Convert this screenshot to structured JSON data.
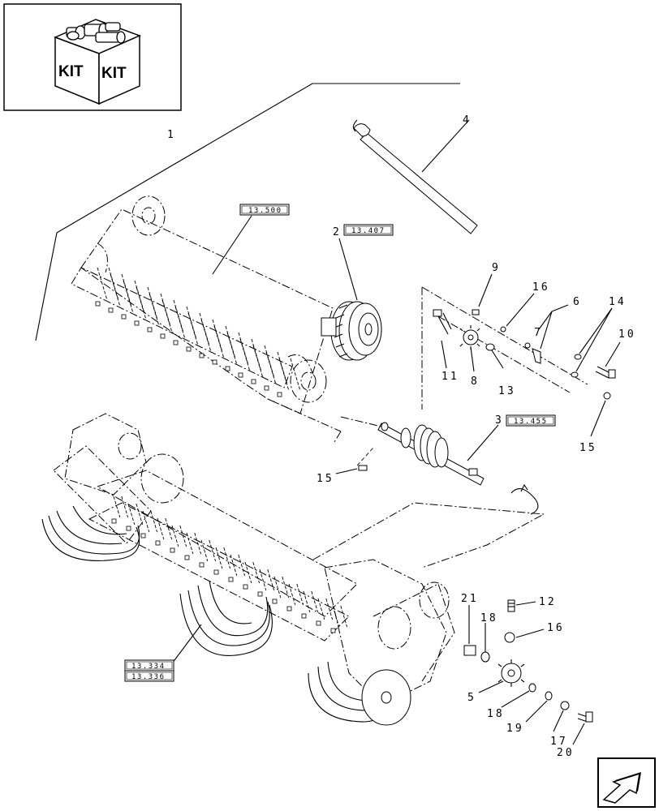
{
  "kit_icon": {
    "labels": [
      "KIT",
      "KIT"
    ],
    "icon": "kit-box-icon"
  },
  "callouts": {
    "c1": "1",
    "c2": "2",
    "c3": "3",
    "c4": "4",
    "c5": "5",
    "c6": "6",
    "c7": "7",
    "c8": "8",
    "c9": "9",
    "c10": "10",
    "c11": "11",
    "c12": "12",
    "c13": "13",
    "c14": "14",
    "c15a": "15",
    "c15b": "15",
    "c16a": "16",
    "c16b": "16",
    "c17": "17",
    "c18a": "18",
    "c18b": "18",
    "c19": "19",
    "c20": "20",
    "c21": "21"
  },
  "section_refs": {
    "r13500": "13.500",
    "r13407": "13.407",
    "r13455": "13.455",
    "r13334": "13.334",
    "r13336": "13.336"
  },
  "nav": {
    "icon": "next-page-arrow-icon"
  }
}
